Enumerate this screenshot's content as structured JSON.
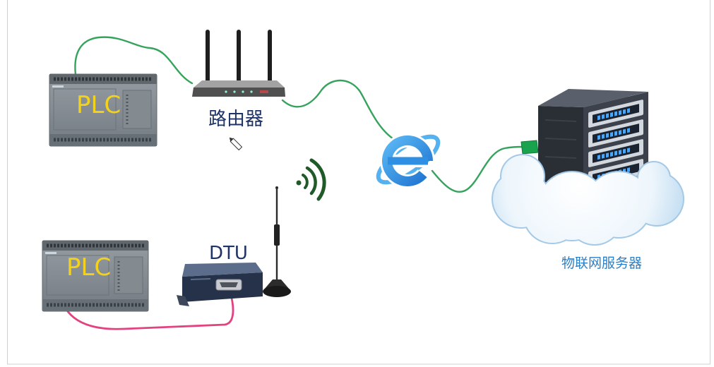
{
  "diagram": {
    "plc_top_label": "PLC",
    "router_label": "路由器",
    "plc_bottom_label": "PLC",
    "dtu_label": "DTU",
    "server_label": "物联网服务器"
  },
  "icons": [
    "plc-icon",
    "router-icon",
    "pen-cursor-icon",
    "wifi-signal-icon",
    "dtu-icon",
    "antenna-icon",
    "internet-explorer-icon",
    "server-icon",
    "cloud-icon"
  ],
  "colors": {
    "ethernet_cable": "#36a35c",
    "serial_cable": "#e2437f",
    "plc_label": "#f3d21d",
    "device_label": "#1f3366",
    "server_label": "#2b7fc6",
    "wifi_signal": "#1f5a28",
    "internet_logo": "#2f8fe2",
    "server_connector": "#19a34f"
  }
}
